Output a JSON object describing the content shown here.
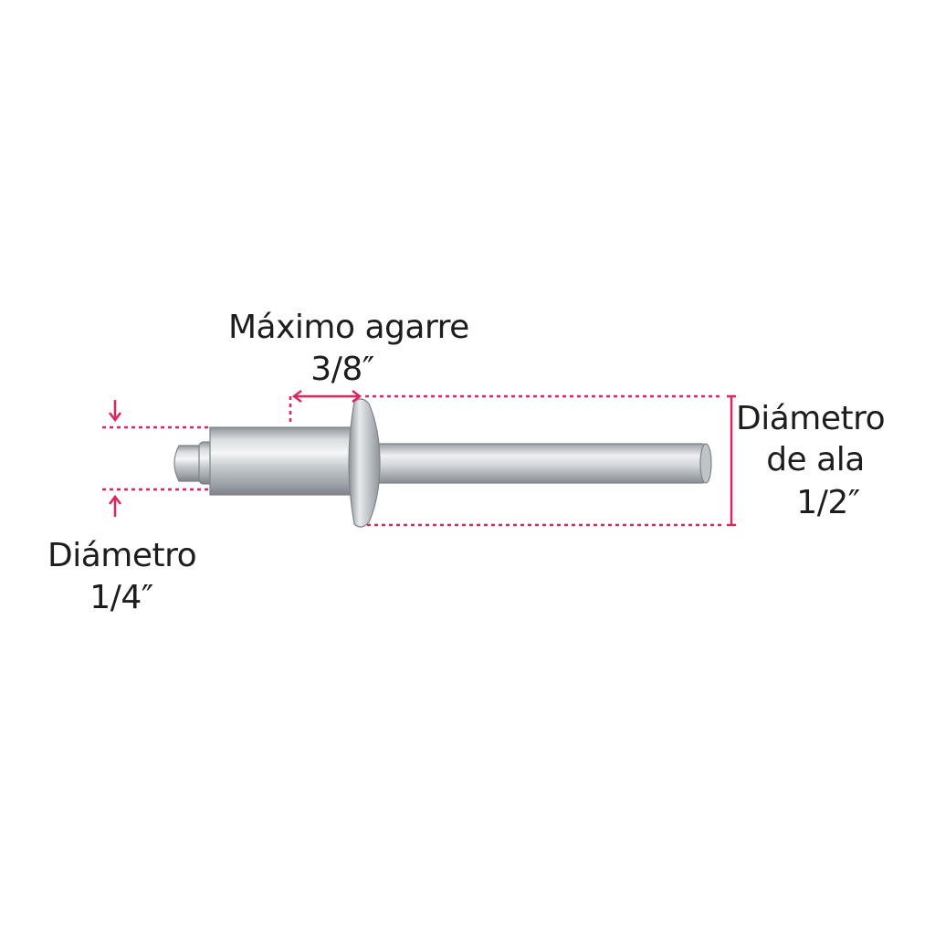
{
  "labels": {
    "grip_title": "Máximo agarre",
    "grip_value": "3/8″",
    "flange_line1": "Diámetro",
    "flange_line2": "de ala",
    "flange_value": "1/2″",
    "body_line1": "Diámetro",
    "body_value": "1/4″"
  },
  "colors": {
    "accent": "#e0245e",
    "text": "#1d1d1b"
  }
}
